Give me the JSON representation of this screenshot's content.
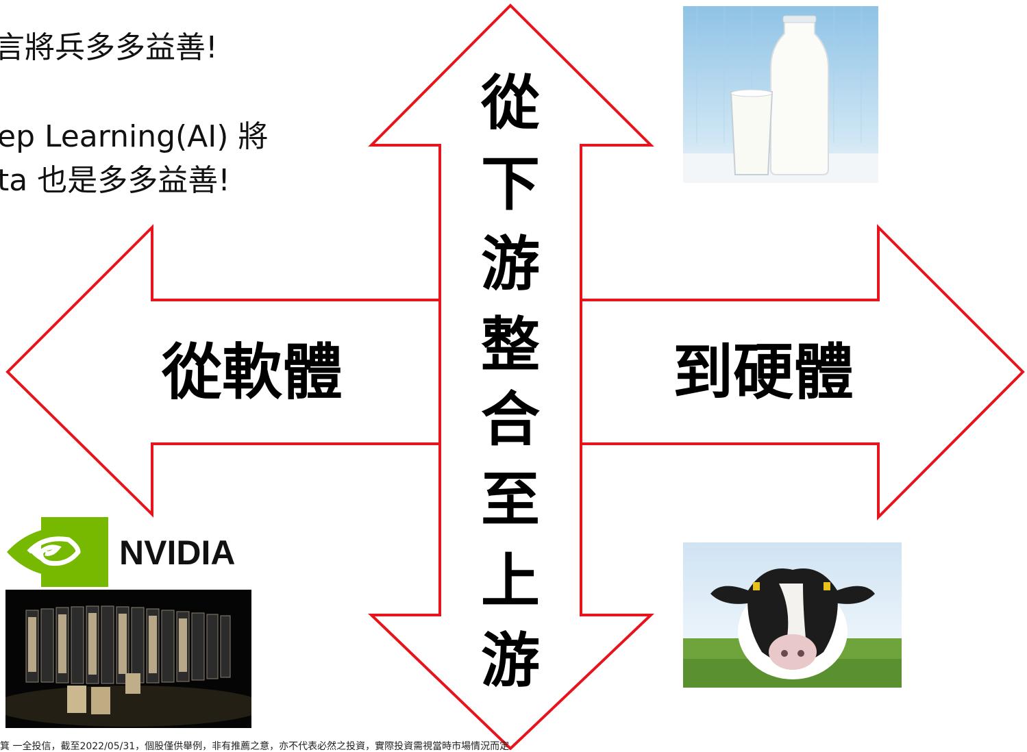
{
  "intro": {
    "line1": "言將兵多多益善!",
    "line2": "ep Learning(AI) 將",
    "line3": "ta 也是多多益善!"
  },
  "arrows": {
    "vertical_chars": [
      "從",
      "下",
      "游",
      "整",
      "合",
      "至",
      "上",
      "游"
    ],
    "left_label": "從軟體",
    "right_label": "到硬體",
    "stroke_color": "#e8141c"
  },
  "brand": {
    "name": "NVIDIA",
    "color": "#76b900"
  },
  "images": {
    "milk": "milk-bottle-and-glass",
    "cow": "holstein-cow-in-field",
    "servers": "nvidia-server-racks"
  },
  "footnote": "箕 一全投信，截至2022/05/31，個股僅供舉例，非有推薦之意，亦不代表必然之投資，實際投資需視當時市場情況而定"
}
